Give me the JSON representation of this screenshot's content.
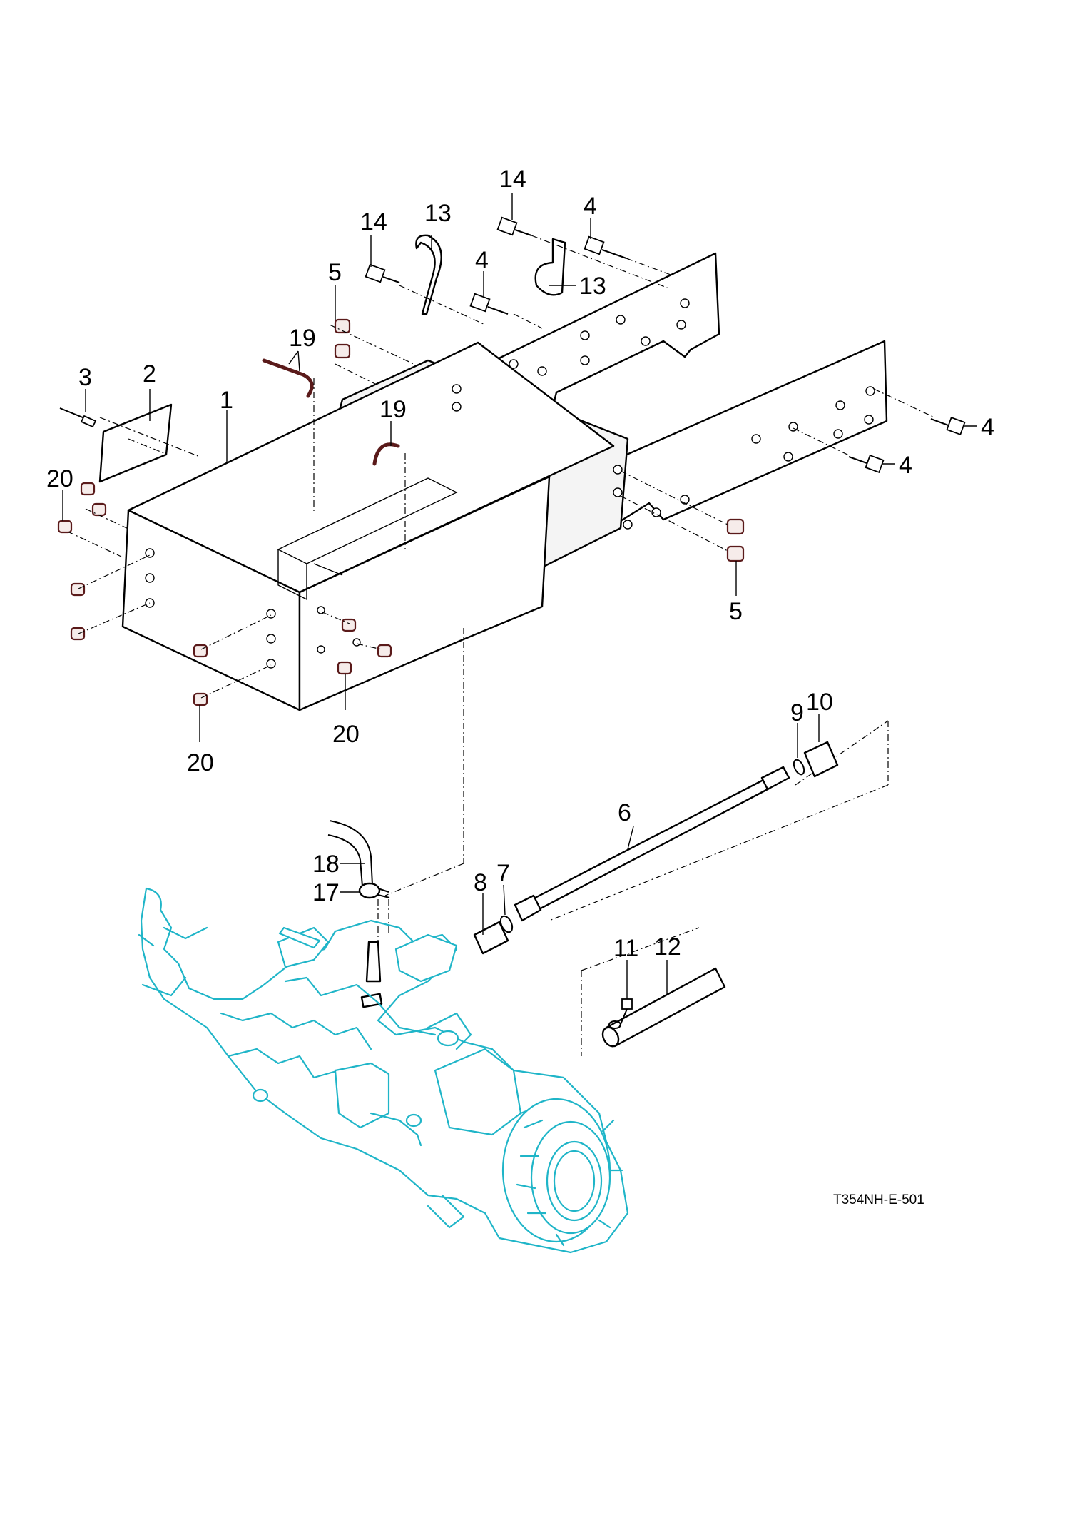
{
  "diagram": {
    "drawing_code": "T354NH-E-501",
    "callouts": [
      {
        "id": "c1",
        "label": "1"
      },
      {
        "id": "c2",
        "label": "2"
      },
      {
        "id": "c3",
        "label": "3"
      },
      {
        "id": "c4a",
        "label": "4"
      },
      {
        "id": "c4b",
        "label": "4"
      },
      {
        "id": "c4c",
        "label": "4"
      },
      {
        "id": "c4d",
        "label": "4"
      },
      {
        "id": "c5a",
        "label": "5"
      },
      {
        "id": "c5b",
        "label": "5"
      },
      {
        "id": "c6",
        "label": "6"
      },
      {
        "id": "c7",
        "label": "7"
      },
      {
        "id": "c8",
        "label": "8"
      },
      {
        "id": "c9",
        "label": "9"
      },
      {
        "id": "c10",
        "label": "10"
      },
      {
        "id": "c11",
        "label": "11"
      },
      {
        "id": "c12",
        "label": "12"
      },
      {
        "id": "c13a",
        "label": "13"
      },
      {
        "id": "c13b",
        "label": "13"
      },
      {
        "id": "c14a",
        "label": "14"
      },
      {
        "id": "c14b",
        "label": "14"
      },
      {
        "id": "c17",
        "label": "17"
      },
      {
        "id": "c18",
        "label": "18"
      },
      {
        "id": "c19a",
        "label": "19"
      },
      {
        "id": "c19b",
        "label": "19"
      },
      {
        "id": "c20a",
        "label": "20"
      },
      {
        "id": "c20b",
        "label": "20"
      },
      {
        "id": "c20c",
        "label": "20"
      }
    ]
  },
  "colors": {
    "line": "#000000",
    "axle_highlight": "#1fb5c8",
    "bushing": "#5a1a1a",
    "background": "#ffffff"
  }
}
